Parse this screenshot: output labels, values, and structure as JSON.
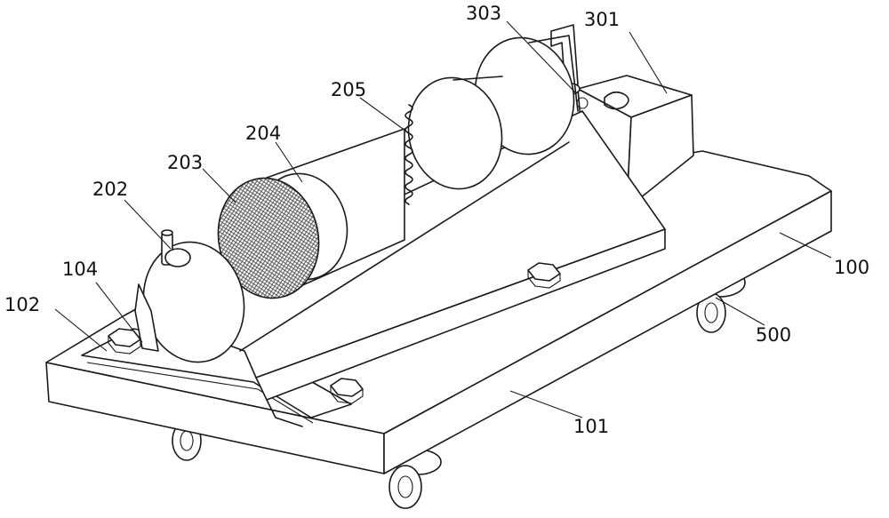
{
  "labels": {
    "l100": "100",
    "l101": "101",
    "l102": "102",
    "l104": "104",
    "l202": "202",
    "l203": "203",
    "l204": "204",
    "l205": "205",
    "l301": "301",
    "l303": "303",
    "l500": "500"
  }
}
